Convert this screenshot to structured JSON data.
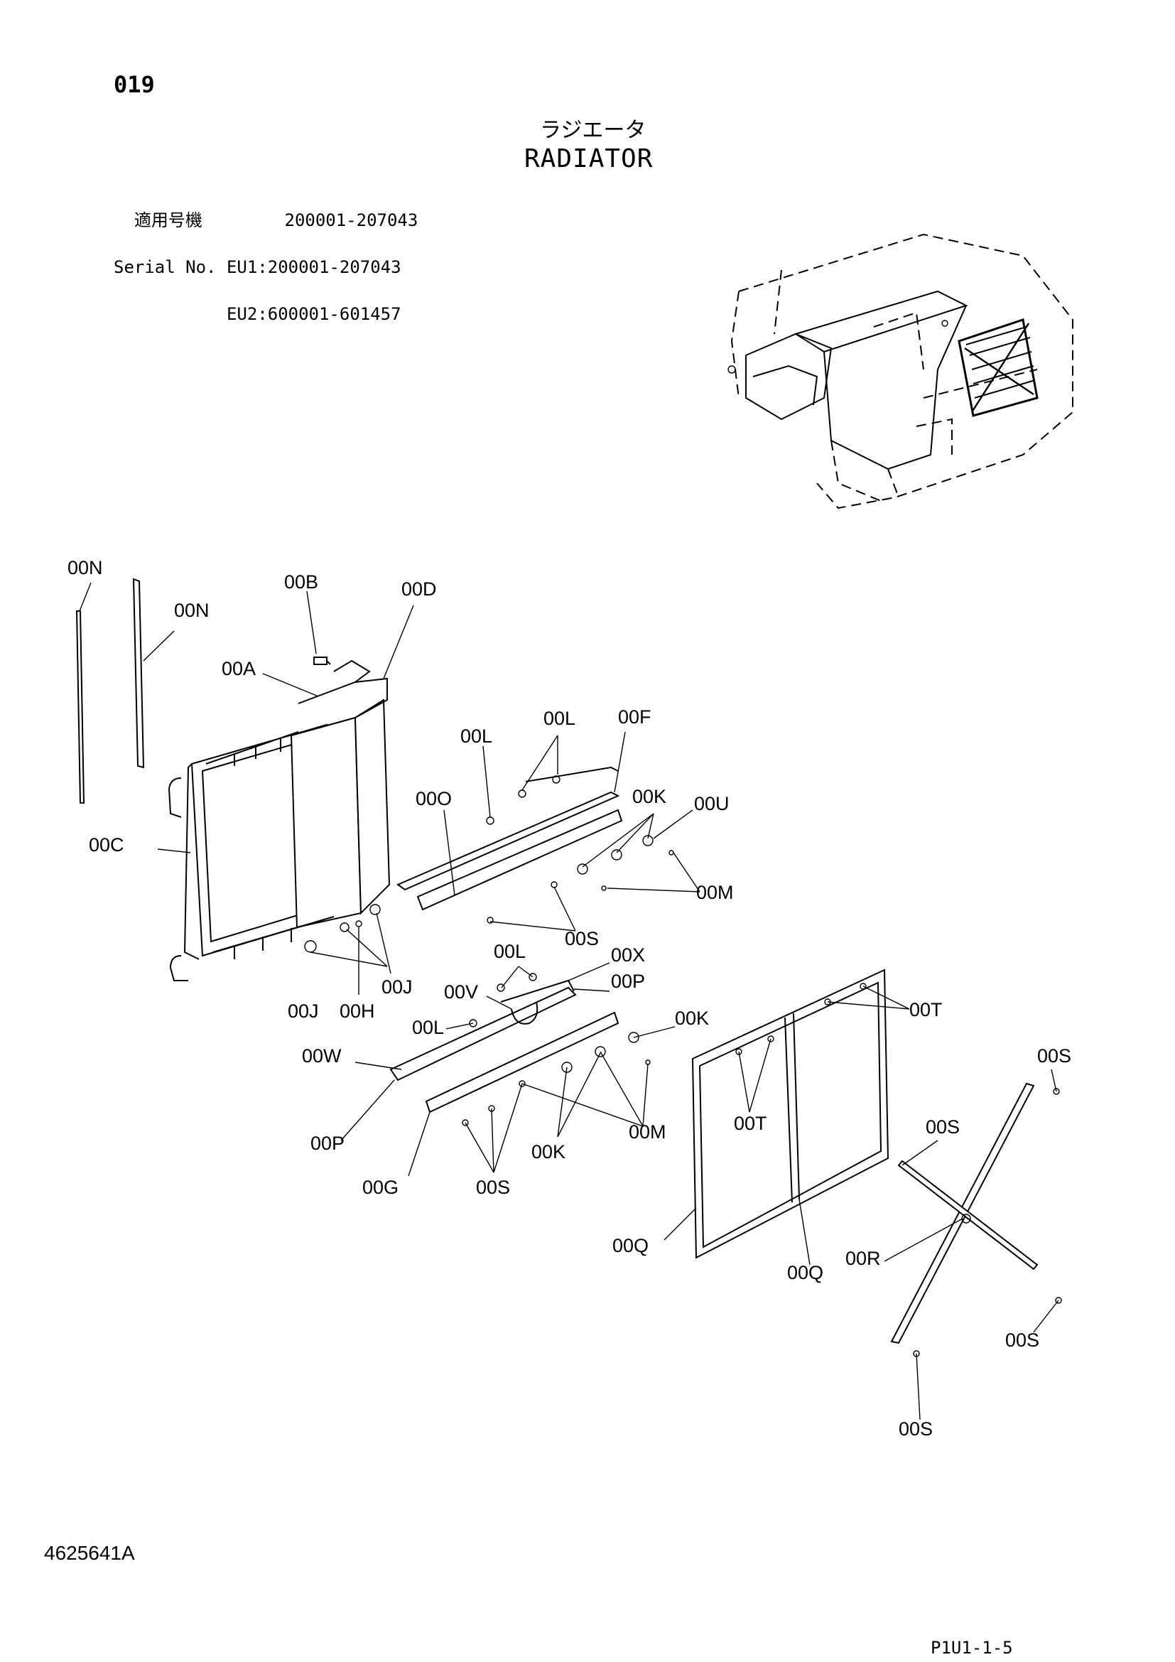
{
  "header": {
    "page_number": "019",
    "title_jp": "ラジエータ",
    "title_en": "RADIATOR",
    "serial_lines": [
      "  適用号機        200001-207043",
      "Serial No. EU1:200001-207043",
      "           EU2:600001-601457"
    ]
  },
  "footer": {
    "document_id": "4625641A",
    "page_ref": "P1U1-1-5"
  },
  "callouts": [
    "00N",
    "00N",
    "00B",
    "00D",
    "00A",
    "00C",
    "00L",
    "00L",
    "00F",
    "00O",
    "00K",
    "00U",
    "00M",
    "00S",
    "00J",
    "00H",
    "00J",
    "00L",
    "00X",
    "00P",
    "00V",
    "00L",
    "00K",
    "00W",
    "00M",
    "00K",
    "00P",
    "00G",
    "00S",
    "00T",
    "00T",
    "00S",
    "00S",
    "00Q",
    "00Q",
    "00R",
    "00S",
    "00S"
  ]
}
